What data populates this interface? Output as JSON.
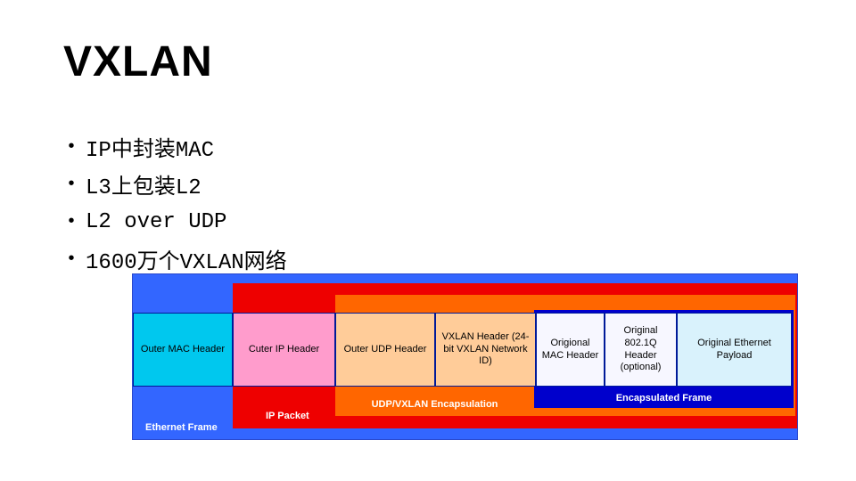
{
  "slide": {
    "title": "VXLAN",
    "bullet_char": "•",
    "bullets": [
      "IP中封装MAC",
      "L3上包装L2",
      "L2 over UDP",
      "1600万个VXLAN网络"
    ]
  },
  "diagram": {
    "layers": [
      {
        "id": "ethernet-frame",
        "label": "Ethernet Frame",
        "color": "#3366ff"
      },
      {
        "id": "ip-packet",
        "label": "IP Packet",
        "color": "#ee0000"
      },
      {
        "id": "udp-vxlan",
        "label": "UDP/VXLAN Encapsulation",
        "color": "#ff6600"
      },
      {
        "id": "encapsulated-frame",
        "label": "Encapsulated Frame",
        "color": "#0000cc"
      }
    ],
    "boxes": [
      {
        "label": "Outer MAC Header",
        "color": "#00c8ee"
      },
      {
        "label": "Cuter IP Header",
        "color": "#ff9ccc"
      },
      {
        "label": "Outer UDP Header",
        "color": "#ffcc99"
      },
      {
        "label": "VXLAN Header (24-bit VXLAN Network ID)",
        "color": "#ffcc99"
      },
      {
        "label": "Origional MAC Header",
        "color": "#f7f7ff"
      },
      {
        "label": "Original 802.1Q Header (optional)",
        "color": "#f7f7ff"
      },
      {
        "label": "Original Ethernet Payload",
        "color": "#d9f2fc"
      }
    ]
  }
}
